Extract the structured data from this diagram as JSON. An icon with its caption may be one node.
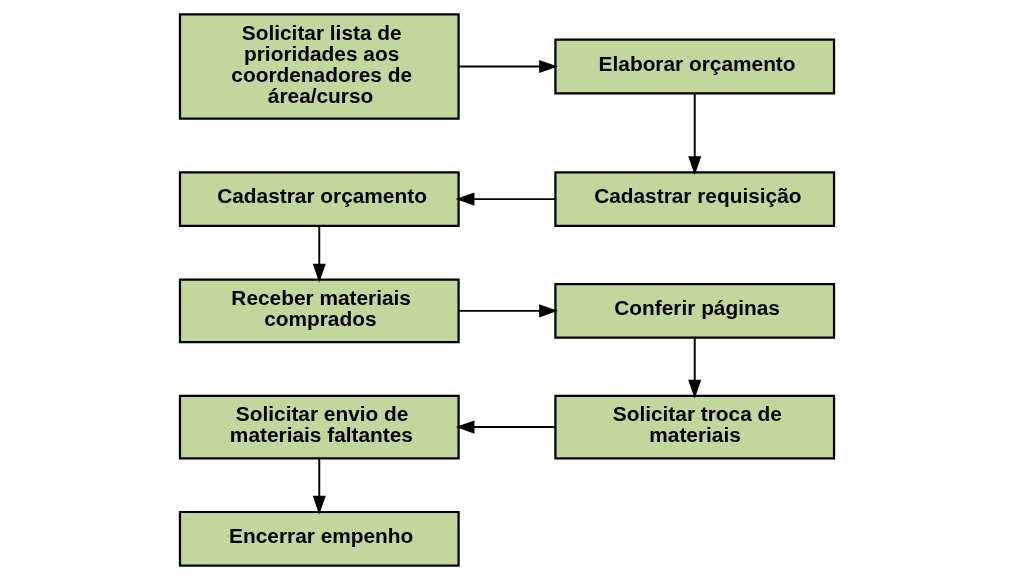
{
  "diagram": {
    "nodes": [
      {
        "text": [
          "Solicitar lista de prioridades aos coordenadores de área/curso"
        ]
      },
      {
        "text": [
          "Elaborar orçamento"
        ]
      },
      {
        "text": [
          "Cadastrar requisição"
        ]
      },
      {
        "text": [
          "Cadastrar orçamento"
        ]
      },
      {
        "text": [
          "Receber materiais comprados"
        ]
      },
      {
        "text": [
          "Conferir páginas"
        ]
      },
      {
        "text": [
          "Solicitar troca de materiais"
        ]
      },
      {
        "text": [
          "Solicitar envio de materiais faltantes"
        ]
      },
      {
        "text": [
          "Encerrar empenho"
        ]
      }
    ],
    "edges": [
      {
        "from": 0,
        "to": 1,
        "arrow": "to"
      },
      {
        "from": 1,
        "to": 2,
        "arrow": "to"
      },
      {
        "from": 2,
        "to": 3,
        "arrow": "to"
      },
      {
        "from": 3,
        "to": 4,
        "arrow": "to"
      },
      {
        "from": 4,
        "to": 5,
        "arrow": "to"
      },
      {
        "from": 5,
        "to": 6,
        "arrow": "to"
      },
      {
        "from": 6,
        "to": 7,
        "arrow": "to"
      },
      {
        "from": 7,
        "to": 8,
        "arrow": "to"
      }
    ]
  }
}
